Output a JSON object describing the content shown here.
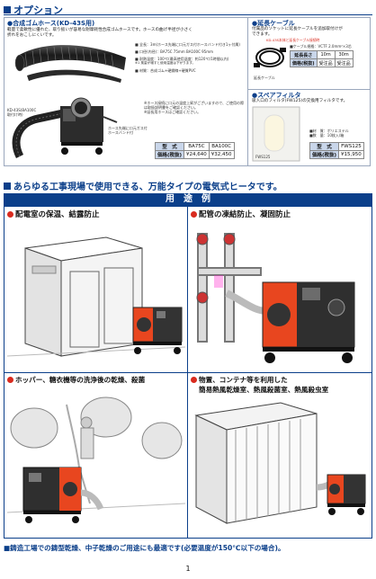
{
  "section1": {
    "title": "オプション",
    "hose": {
      "title": "●合成ゴムホース(KD-43S用)",
      "desc1": "軽量で柔軟性に優れた、取り扱いが容易な耐摩耗性合成ゴムホースです。ホースの曲げ半径が小さく",
      "desc2": "折れをおこしにくいです。",
      "spec1": "■ 全長：3m(ホース先端に口元ガス付ホースバンド付き1ヶ付属)",
      "spec2": "■ 口径(内径)：BA75C 75mm  BA100C 95mm",
      "spec3": "■ 耐熱温度：100℃(最高使用温度：約120℃/1時間以内)",
      "spec4": "※1 風量が増すと使用温度は下がります。",
      "spec5": "■ 材質：合成ゴム+硬鋼線+硬質PVC",
      "note1": "※ホース接続に口元の温度上昇がございますので、ご使用の際は取扱説明書をご確認ください。",
      "note2": "※延長用ホースはご確認ください。",
      "label_left1": "KD-43S(BA100C",
      "label_left2": "取付け時)",
      "label_right1": "ホース先端に口元ガス付",
      "label_right2": "ホースバンド付",
      "table": {
        "h_type": "型　式",
        "h_price": "価格(税抜)",
        "col1": "BA75C",
        "col2": "BA100C",
        "price1": "¥24,640",
        "price2": "¥32,450"
      }
    },
    "cable": {
      "title": "●延長ケーブル",
      "desc1": "付属品のソケットに延長ケーブルを追加取付けが",
      "desc2": "できます。",
      "tag": "KD-43S本体と延長ケーブル接続時",
      "note": "■ケーブル規格：VCTF 2.0mm²×3芯",
      "caption": "延長ケーブル",
      "table": {
        "h_len": "延長長さ",
        "h_price": "価格(税抜)",
        "len1": "10m",
        "len2": "30m",
        "price1": "受注品",
        "price2": "受注品"
      }
    },
    "filter": {
      "title": "●スペアフィルタ",
      "desc": "吸入口のフィルタ(FW125)の交換用フィルタです。",
      "img_label": "FWS125",
      "spec1": "■材　質：ポリエステル",
      "spec2": "■数　量：10枚入/箱",
      "table": {
        "h_type": "型　式",
        "h_price": "価格(税抜)",
        "model": "FWS125",
        "price": "¥15,950"
      }
    }
  },
  "section2": {
    "title": "あらゆる工事現場で使用できる、万能タイプの電気式ヒータです。",
    "usage_header": "用　途　例",
    "panel1": "配電室の保温、結露防止",
    "panel2": "配管の凍結防止、凝固防止",
    "panel3": "ホッパー、糖衣機等の洗浄後の乾燥、殺菌",
    "panel4a": "物置、コンテナ等を利用した",
    "panel4b": "簡易熱風乾燥室、熱風殺菌室、熱風殺虫室"
  },
  "footer": {
    "line": "■鋳造工場での鋳型乾燥、中子乾燥のご用途にも最適です(必要温度が150℃以下の場合)。",
    "page": "1"
  }
}
